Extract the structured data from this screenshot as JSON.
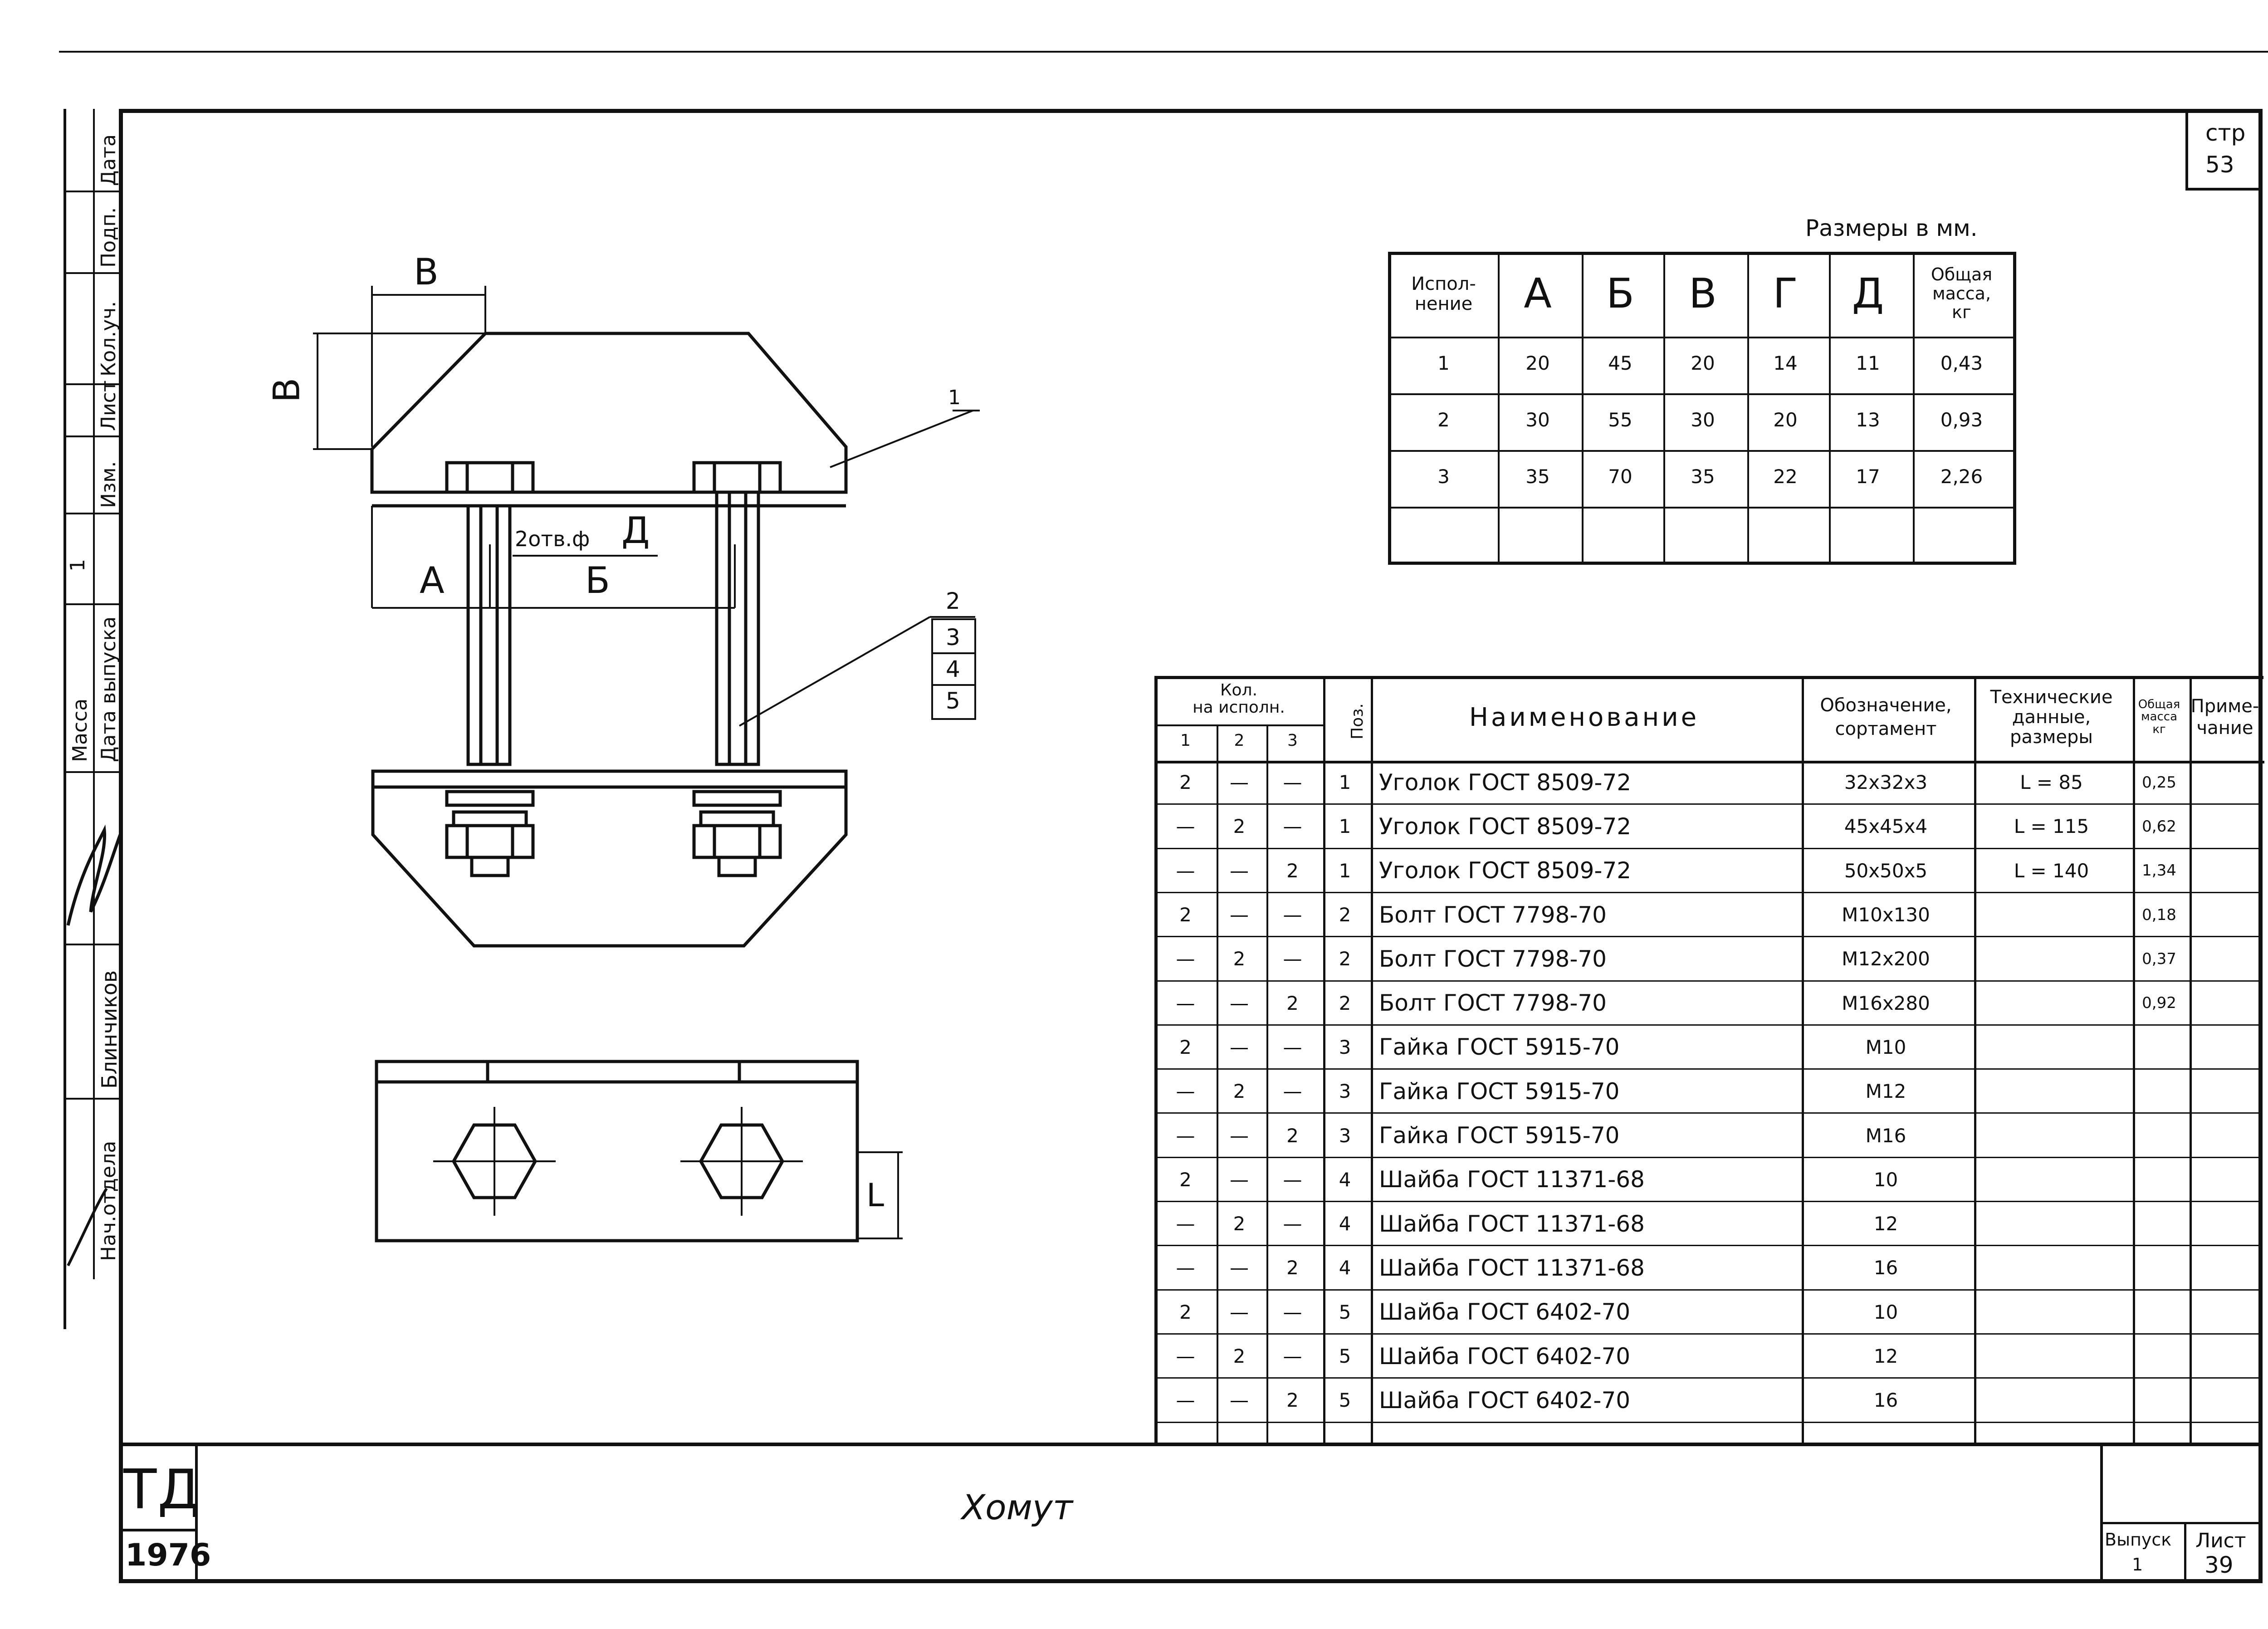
{
  "sheet": {
    "page_code": "стр\n53",
    "page_code_label": "стр",
    "page_number": "53",
    "stamp_code": "ТД",
    "stamp_year": "1976",
    "title": "Хомут",
    "issue_label": "Выпуск",
    "issue_value": "1",
    "sheet_label": "Лист",
    "sheet_value": "39"
  },
  "side_strip": {
    "labels": [
      "Дата",
      "Подп.",
      "Кол.уч.",
      "Лист",
      "Изм.",
      "1",
      "Дата выпуска",
      "Масса",
      "Блинчиков",
      "Нач.отдела"
    ]
  },
  "drawing": {
    "dim_top": "В",
    "dim_left": "В",
    "dim_A": "А",
    "dim_B": "Б",
    "hole_note": "2отв.ф",
    "hole_dim": "Д",
    "dim_L": "L",
    "callout_1": "1",
    "callouts_stack": [
      "2",
      "3",
      "4",
      "5"
    ]
  },
  "dims_table": {
    "caption": "Размеры в мм.",
    "headers": [
      "Испол-\nнение",
      "А",
      "Б",
      "В",
      "Г",
      "Д",
      "Общая\nмасса,\nкг"
    ],
    "rows": [
      [
        "1",
        "20",
        "45",
        "20",
        "14",
        "11",
        "0,43"
      ],
      [
        "2",
        "30",
        "55",
        "30",
        "20",
        "13",
        "0,93"
      ],
      [
        "3",
        "35",
        "70",
        "35",
        "22",
        "17",
        "2,26"
      ]
    ]
  },
  "spec_table": {
    "header_qty": "Кол.\nна исполн.",
    "header_qty_cols": [
      "1",
      "2",
      "3"
    ],
    "header_pos": "Поз.",
    "header_name": "Наименование",
    "header_designation": "Обозначение,\nсортамент",
    "header_tech": "Технические\nданные,\nразмеры",
    "header_mass": "Общая\nмасса\nкг",
    "header_note": "Приме-\nчание",
    "rows": [
      {
        "q1": "2",
        "q2": "—",
        "q3": "—",
        "pos": "1",
        "name": "Уголок ГОСТ 8509-72",
        "desig": "32х32х3",
        "tech": "L = 85",
        "mass": "0,25"
      },
      {
        "q1": "—",
        "q2": "2",
        "q3": "—",
        "pos": "1",
        "name": "Уголок ГОСТ 8509-72",
        "desig": "45х45х4",
        "tech": "L = 115",
        "mass": "0,62"
      },
      {
        "q1": "—",
        "q2": "—",
        "q3": "2",
        "pos": "1",
        "name": "Уголок ГОСТ 8509-72",
        "desig": "50х50х5",
        "tech": "L = 140",
        "mass": "1,34"
      },
      {
        "q1": "2",
        "q2": "—",
        "q3": "—",
        "pos": "2",
        "name": "Болт ГОСТ 7798-70",
        "desig": "М10х130",
        "tech": "",
        "mass": "0,18"
      },
      {
        "q1": "—",
        "q2": "2",
        "q3": "—",
        "pos": "2",
        "name": "Болт ГОСТ 7798-70",
        "desig": "М12х200",
        "tech": "",
        "mass": "0,37"
      },
      {
        "q1": "—",
        "q2": "—",
        "q3": "2",
        "pos": "2",
        "name": "Болт ГОСТ 7798-70",
        "desig": "М16х280",
        "tech": "",
        "mass": "0,92"
      },
      {
        "q1": "2",
        "q2": "—",
        "q3": "—",
        "pos": "3",
        "name": "Гайка ГОСТ 5915-70",
        "desig": "М10",
        "tech": "",
        "mass": ""
      },
      {
        "q1": "—",
        "q2": "2",
        "q3": "—",
        "pos": "3",
        "name": "Гайка ГОСТ 5915-70",
        "desig": "М12",
        "tech": "",
        "mass": ""
      },
      {
        "q1": "—",
        "q2": "—",
        "q3": "2",
        "pos": "3",
        "name": "Гайка ГОСТ 5915-70",
        "desig": "М16",
        "tech": "",
        "mass": ""
      },
      {
        "q1": "2",
        "q2": "—",
        "q3": "—",
        "pos": "4",
        "name": "Шайба ГОСТ 11371-68",
        "desig": "10",
        "tech": "",
        "mass": ""
      },
      {
        "q1": "—",
        "q2": "2",
        "q3": "—",
        "pos": "4",
        "name": "Шайба ГОСТ 11371-68",
        "desig": "12",
        "tech": "",
        "mass": ""
      },
      {
        "q1": "—",
        "q2": "—",
        "q3": "2",
        "pos": "4",
        "name": "Шайба ГОСТ 11371-68",
        "desig": "16",
        "tech": "",
        "mass": ""
      },
      {
        "q1": "2",
        "q2": "—",
        "q3": "—",
        "pos": "5",
        "name": "Шайба ГОСТ 6402-70",
        "desig": "10",
        "tech": "",
        "mass": ""
      },
      {
        "q1": "—",
        "q2": "2",
        "q3": "—",
        "pos": "5",
        "name": "Шайба ГОСТ 6402-70",
        "desig": "12",
        "tech": "",
        "mass": ""
      },
      {
        "q1": "—",
        "q2": "—",
        "q3": "2",
        "pos": "5",
        "name": "Шайба ГОСТ 6402-70",
        "desig": "16",
        "tech": "",
        "mass": ""
      }
    ]
  }
}
